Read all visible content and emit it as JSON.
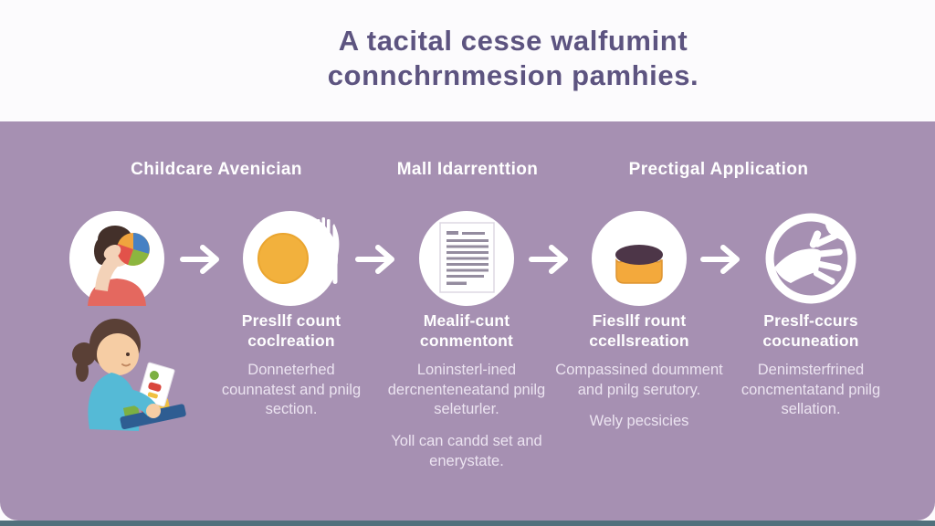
{
  "title": {
    "line1": "A tacital cesse walfumint",
    "line2": "connchrnmesion pamhies."
  },
  "section_headers": [
    {
      "label": "Childcare Avenician"
    },
    {
      "label": "Mall Idarrenttion"
    },
    {
      "label": "Prectigal Application"
    }
  ],
  "steps": [
    {
      "icon": "child-thinking-pie-chart-icon"
    },
    {
      "icon": "meal-plate-cutlery-icon",
      "heading": "Presllf count coclreation",
      "body": [
        "Donneterhed counnatest and pnilg section."
      ]
    },
    {
      "icon": "document-icon",
      "heading": "Mealif-cunt conmentont",
      "body": [
        "Loninsterl-ined dercnenteneatand pnilg seleturler.",
        "Yoll can candd set and enerystate."
      ]
    },
    {
      "icon": "cake-icon",
      "heading": "Fiesllf rount ccellsreation",
      "body": [
        "Compassined doumment and pnilg serutory.",
        "Wely pecsicies"
      ]
    },
    {
      "icon": "hands-icon",
      "heading": "Preslf-ccurs cocuneation",
      "body": [
        "Denimsterfrined concmentatand pnilg sellation."
      ]
    }
  ],
  "illustration": {
    "name": "child-reading-food-tray"
  },
  "colors": {
    "panel_purple": "#a690b2",
    "title_text": "#5d5480",
    "bottom_bar_teal": "#50707c",
    "plate_orange": "#f2b13d",
    "cake_top": "#4d3648",
    "cake_base": "#f3a93c",
    "shirt_red": "#e4685f",
    "child_shirt_teal": "#55bad6",
    "tray_blue": "#2e5d92",
    "white": "#ffffff"
  }
}
